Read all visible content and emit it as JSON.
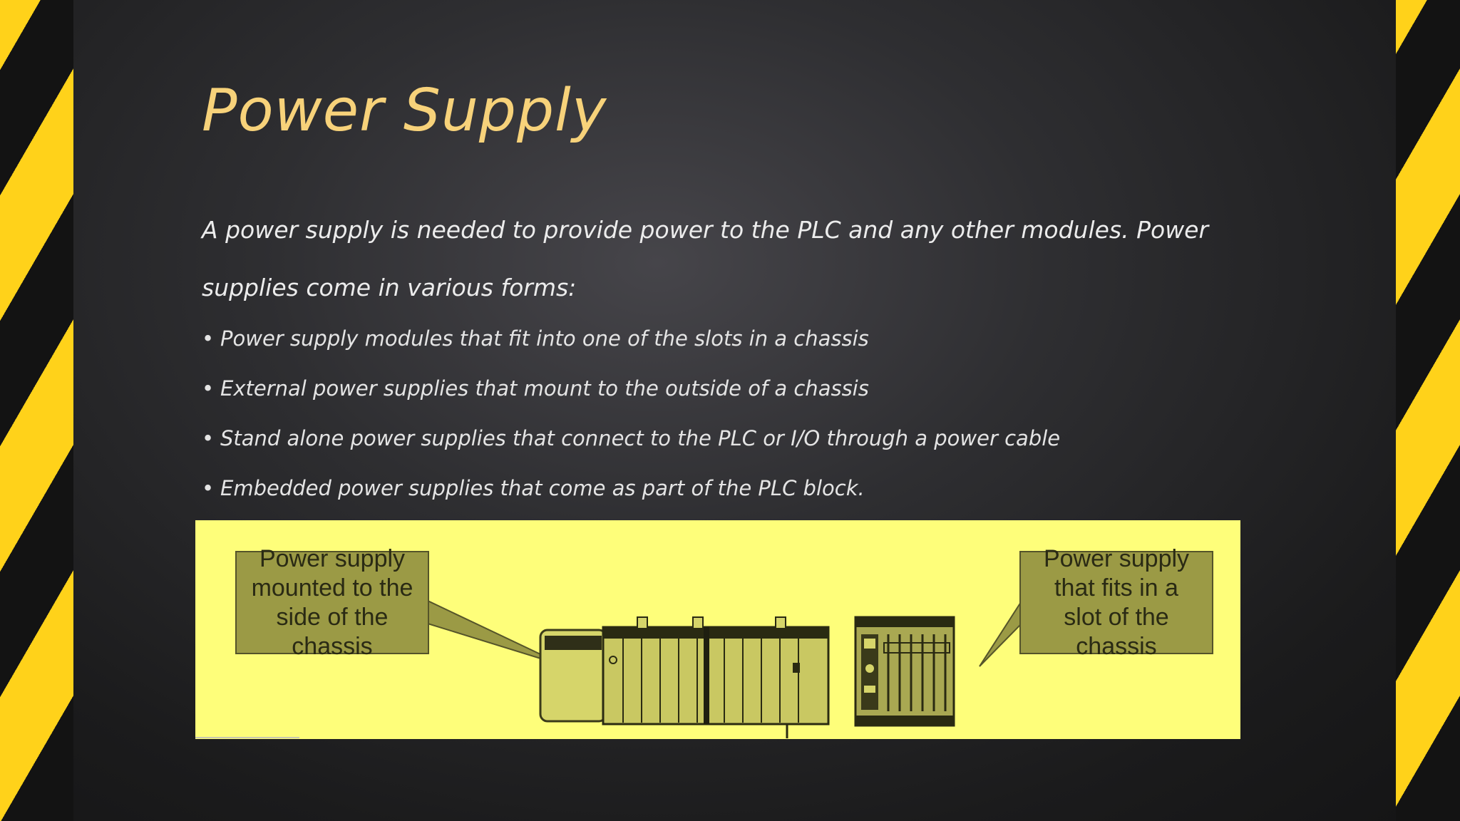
{
  "slide": {
    "title": "Power Supply",
    "intro": "A power supply is needed to provide power to the PLC and any other modules. Power supplies come in various forms:",
    "bullet_symbol": "•",
    "bullets": [
      "Power supply modules that fit into one of the slots in a chassis",
      "External power supplies that mount to the outside of a chassis",
      "Stand alone power supplies that connect to the PLC or I/O through a power cable",
      "Embedded power supplies that come as part of the PLC block."
    ]
  },
  "figure": {
    "callout_left": "Power supply\nmounted to the\nside of the\nchassis",
    "callout_right": "Power supply\nthat fits in a\nslot of the\nchassis"
  },
  "colors": {
    "title": "#f7d27a",
    "stripe_yellow": "#ffd21a",
    "figure_background": "#fefe7a",
    "callout_fill": "#9b9a45"
  }
}
